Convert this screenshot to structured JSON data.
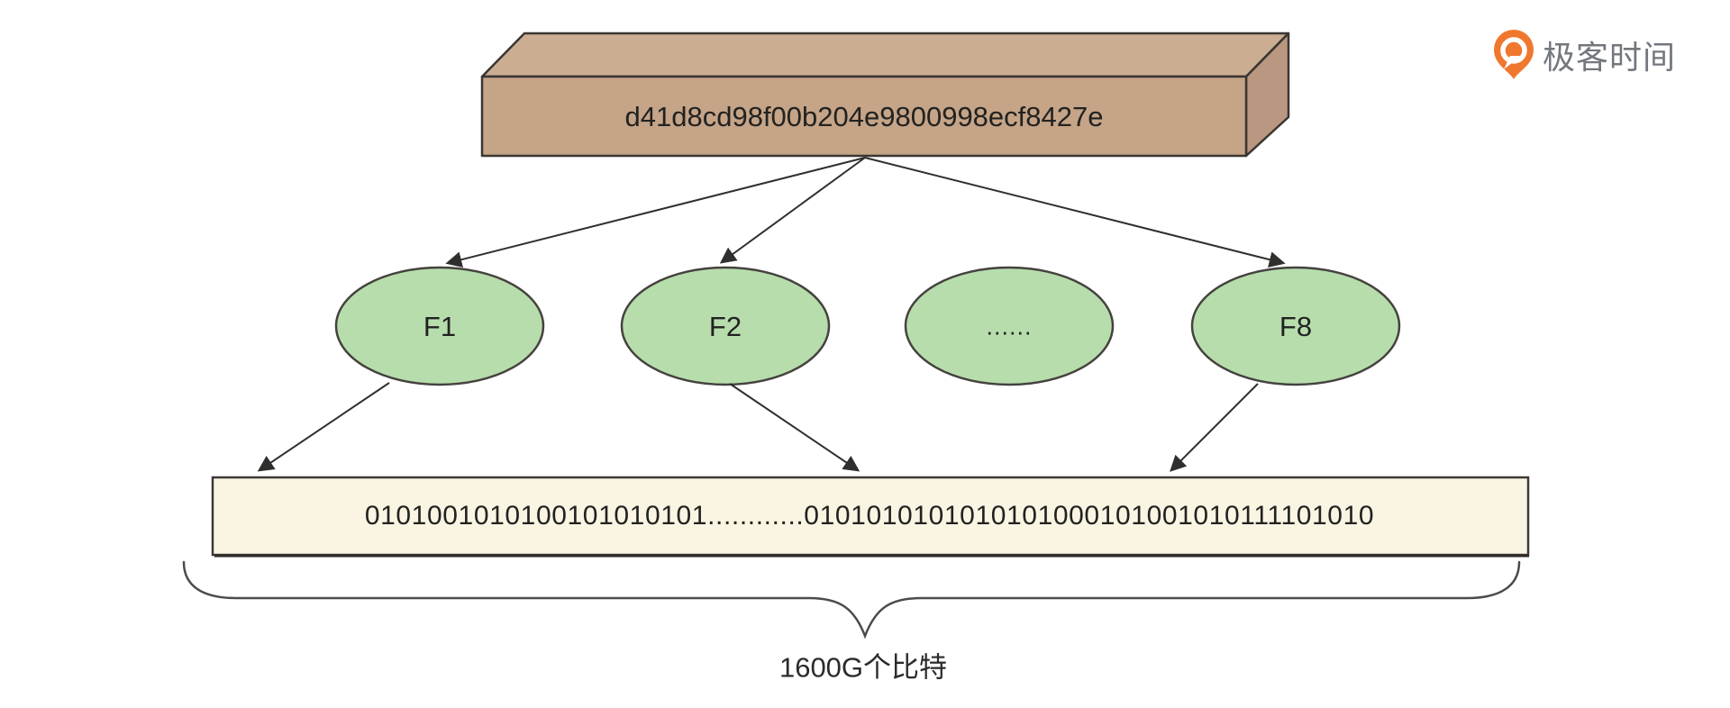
{
  "page": {
    "background_color": "#ffffff"
  },
  "logo": {
    "brand_text": "极客时间",
    "icon": "geektime-pin-icon",
    "icon_color": "#f0772e",
    "text_color": "#73777e"
  },
  "diagram": {
    "hash_box": {
      "label": "d41d8cd98f00b204e9800998ecf8427e",
      "fill_front": "#c5a487",
      "fill_top": "#cbad92",
      "fill_side": "#b99780",
      "edge_color": "#3a3632"
    },
    "hash_nodes": [
      {
        "label": "F1"
      },
      {
        "label": "F2"
      },
      {
        "label": "......"
      },
      {
        "label": "F8"
      }
    ],
    "node_fill": "#b7ddad",
    "node_edge_color": "#45423e",
    "bit_strip": {
      "text": "0101001010100101010101............0101010101010101000101001010111101010",
      "fill": "#faf5e3",
      "edge_color": "#3d3936"
    },
    "brace_label": "1600G个比特",
    "arrow_color": "#2f2f2d"
  }
}
